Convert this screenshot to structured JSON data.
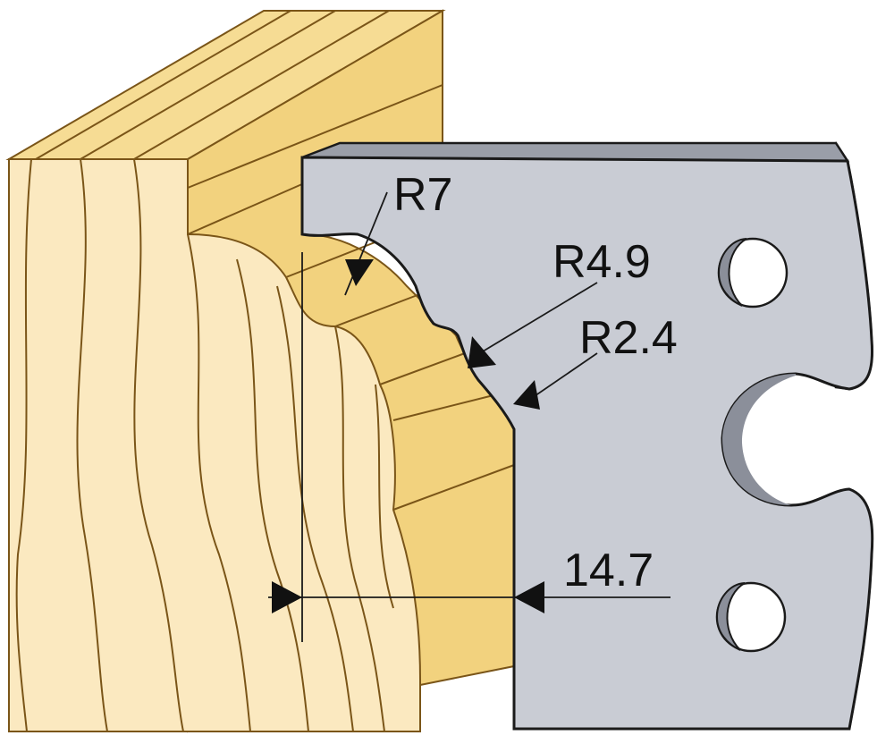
{
  "diagram": {
    "labels": {
      "r7": "R7",
      "r49": "R4.9",
      "r24": "R2.4",
      "width": "14.7"
    }
  },
  "colors": {
    "wood_front": "#fbe9c0",
    "wood_top": "#f4d78b",
    "wood_side": "#f2d27e",
    "grain": "#7a5518",
    "blade_face": "#c9ccd4",
    "blade_edge": "#8b8f9a",
    "outline": "#1a1a1a"
  }
}
